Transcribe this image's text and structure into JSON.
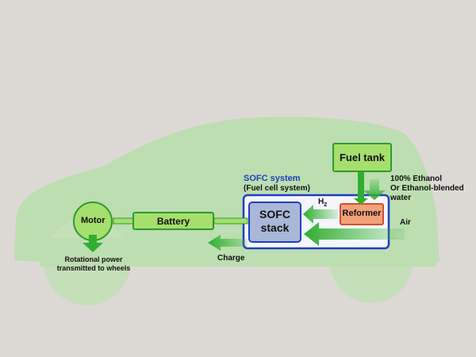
{
  "colors": {
    "background": "#ddd9d5",
    "car_body": "#bddeb0",
    "green_fill": "#a6df6d",
    "green_border": "#2e9a2e",
    "arrow_green": "#3ab53a",
    "system_border": "#1f3fbf",
    "system_fill": "#f5f6fc",
    "stack_fill": "#a9b7d8",
    "reformer_fill": "#f2a27a",
    "reformer_border": "#d2502a",
    "system_title": "#1f3fbf"
  },
  "system": {
    "title": "SOFC system",
    "subtitle": "(Fuel cell system)"
  },
  "components": {
    "fuel_tank": "Fuel tank",
    "reformer": "Reformer",
    "sofc_stack_line1": "SOFC",
    "sofc_stack_line2": "stack",
    "battery": "Battery",
    "motor": "Motor"
  },
  "labels": {
    "h2": "H",
    "h2_sub": "2",
    "air": "Air",
    "charge": "Charge",
    "fuel_line1": "100% Ethanol",
    "fuel_line2": "Or Ethanol-blended",
    "fuel_line3": "water",
    "wheels_line1": "Rotational power",
    "wheels_line2": "transmitted to wheels"
  }
}
